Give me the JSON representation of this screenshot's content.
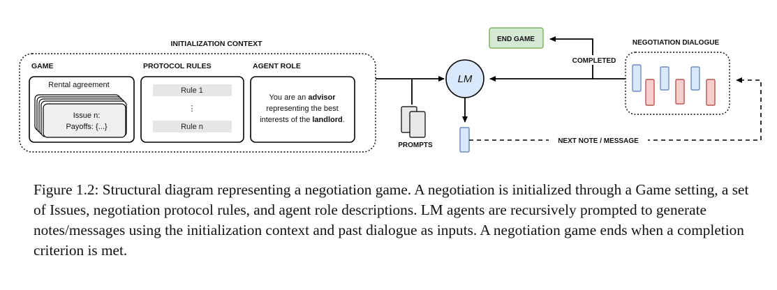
{
  "diagram": {
    "init_context_label": "INITIALIZATION CONTEXT",
    "game": {
      "header": "GAME",
      "card_title": "Rental agreement",
      "issue_title": "Issue n:",
      "issue_payoffs": "Payoffs: {...}"
    },
    "protocol": {
      "header": "PROTOCOL RULES",
      "rule1": "Rule 1",
      "ellipsis": "⋮",
      "rulen": "Rule n"
    },
    "agent": {
      "header": "AGENT ROLE",
      "line1_pre": "You are an ",
      "line1_bold": "advisor",
      "line2": "representing the best",
      "line3_pre": "interests of the ",
      "line3_bold": "landlord",
      "line3_post": "."
    },
    "prompts_label": "PROMPTS",
    "lm_label": "LM",
    "end_game_label": "END GAME",
    "completed_label": "COMPLETED",
    "dialogue_label": "NEGOTIATION DIALOGUE",
    "next_label": "NEXT NOTE / MESSAGE",
    "colors": {
      "blue_fill": "#dae8fc",
      "blue_stroke": "#6c8ebf",
      "red_fill": "#f8cecc",
      "red_stroke": "#b85450",
      "green_fill": "#d5e8d4",
      "green_stroke": "#82b366"
    }
  },
  "caption": "Figure 1.2: Structural diagram representing a negotiation game. A negotiation is initialized through a Game setting, a set of Issues, negotiation protocol rules, and agent role descriptions. LM agents are recursively prompted to generate notes/messages using the initialization context and past dialogue as inputs. A negotiation game ends when a completion criterion is met."
}
